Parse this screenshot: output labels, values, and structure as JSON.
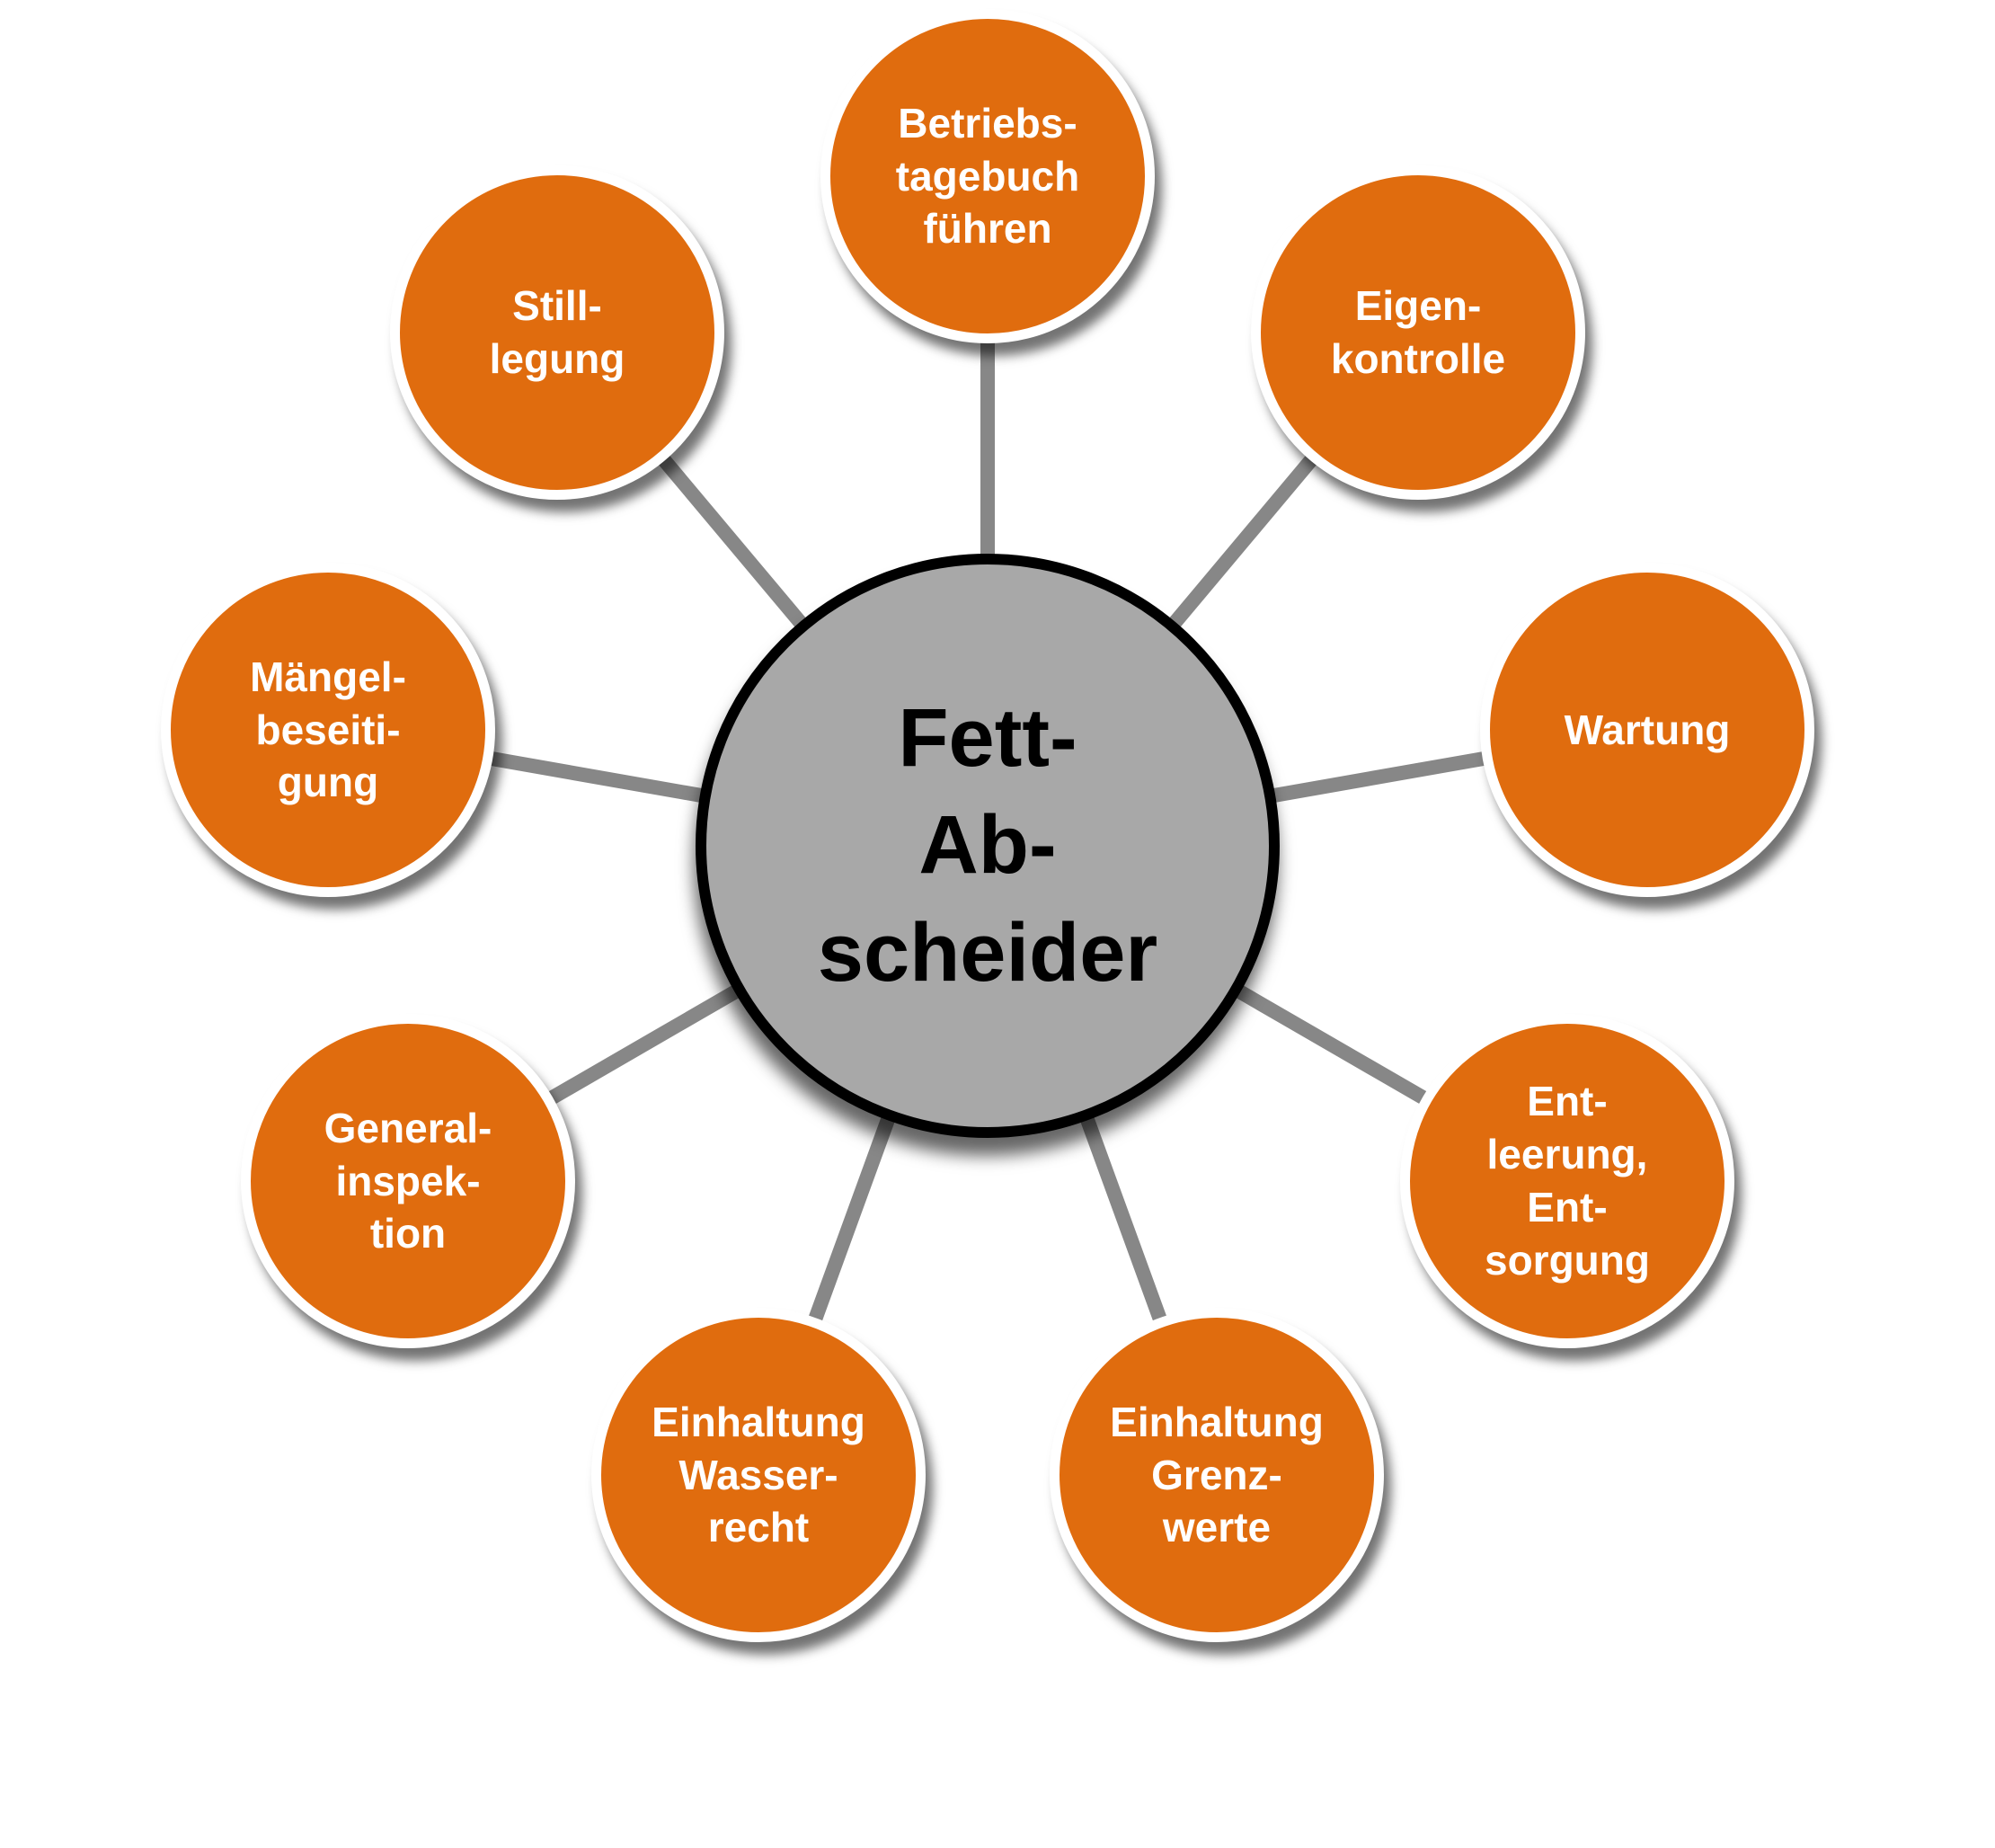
{
  "diagram": {
    "background_color": "#FFFFFF",
    "connector_color": "#878787",
    "hub": {
      "label": "Fett-\nAb-\nscheider",
      "fill": "#A8A8A8",
      "border_color": "#000000",
      "text_color": "#000000"
    },
    "node_style": {
      "fill": "#E06C0E",
      "border_color": "#FFFFFF",
      "text_color": "#FFFFFF"
    },
    "nodes": [
      {
        "id": "betriebstagebuch",
        "label": "Betriebs-\ntagebuch\nführen"
      },
      {
        "id": "eigenkontrolle",
        "label": "Eigen-\nkontrolle"
      },
      {
        "id": "wartung",
        "label": "Wartung"
      },
      {
        "id": "entleerung-entsorgung",
        "label": "Ent-\nleerung,\nEnt-\nsorgung"
      },
      {
        "id": "einhaltung-grenzwerte",
        "label": "Einhaltung\nGrenz-\nwerte"
      },
      {
        "id": "einhaltung-wasserrecht",
        "label": "Einhaltung\nWasser-\nrecht"
      },
      {
        "id": "generalinspektion",
        "label": "General-\ninspek-\ntion"
      },
      {
        "id": "maengelbeseitigung",
        "label": "Mängel-\nbeseiti-\ngung"
      },
      {
        "id": "stilllegung",
        "label": "Still-\nlegung"
      }
    ]
  }
}
